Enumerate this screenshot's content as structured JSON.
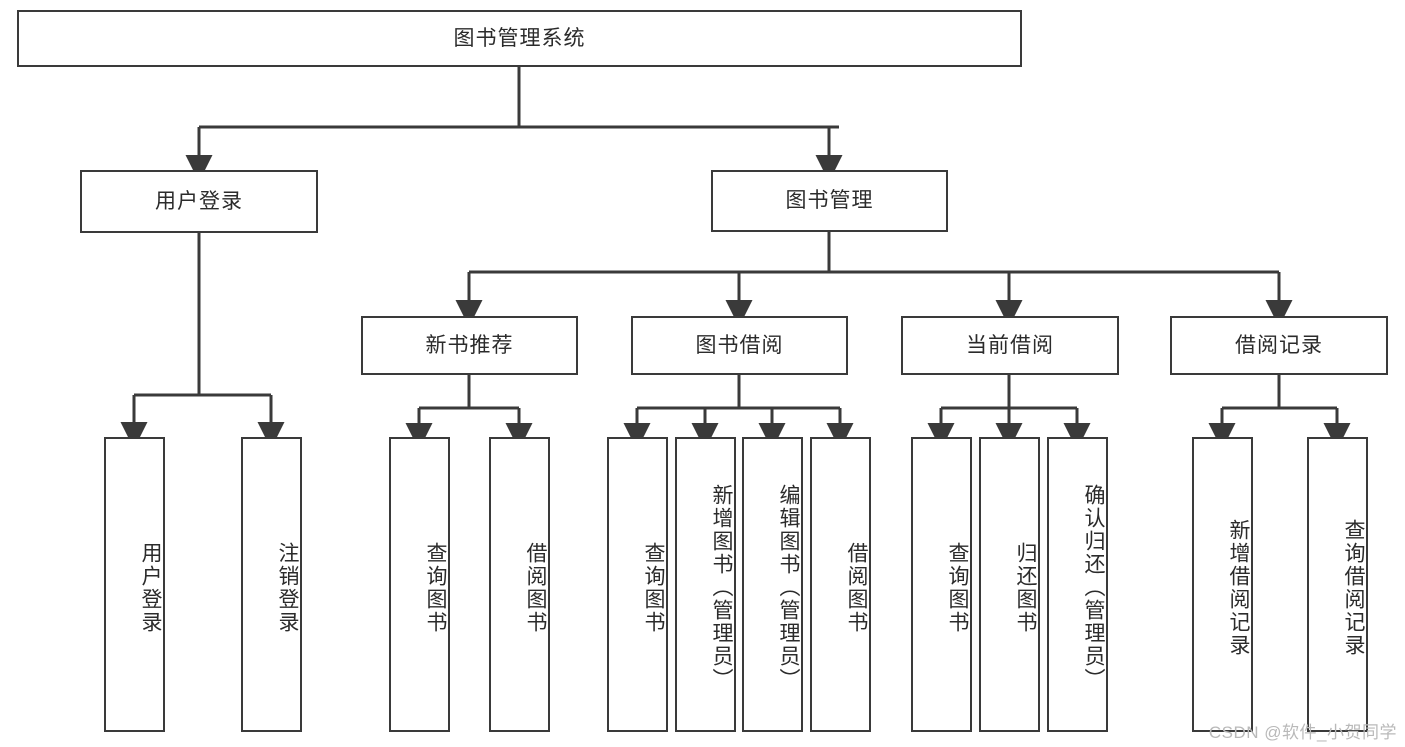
{
  "diagram": {
    "title": "图书管理系统",
    "watermark": "CSDN @软件_小贺同学",
    "colors": {
      "border": "#3a3a3a",
      "text": "#2b2b2b",
      "edge": "#3a3a3a",
      "background": "#ffffff",
      "watermark": "#b9b9b9"
    },
    "root": {
      "label": "图书管理系统"
    },
    "level2": [
      {
        "label": "用户登录"
      },
      {
        "label": "图书管理"
      }
    ],
    "level3": [
      {
        "label": "新书推荐"
      },
      {
        "label": "图书借阅"
      },
      {
        "label": "当前借阅"
      },
      {
        "label": "借阅记录"
      }
    ],
    "leaves": {
      "user_login": [
        {
          "label": "用户登录"
        },
        {
          "label": "注销登录"
        }
      ],
      "new_book_recommend": [
        {
          "label": "查询图书"
        },
        {
          "label": "借阅图书"
        }
      ],
      "book_borrow": [
        {
          "label": "查询图书"
        },
        {
          "label": "新增图书（管理员）"
        },
        {
          "label": "编辑图书（管理员）"
        },
        {
          "label": "借阅图书"
        }
      ],
      "current_borrow": [
        {
          "label": "查询图书"
        },
        {
          "label": "归还图书"
        },
        {
          "label": "确认归还（管理员）"
        }
      ],
      "borrow_record": [
        {
          "label": "新增借阅记录"
        },
        {
          "label": "查询借阅记录"
        }
      ]
    }
  }
}
